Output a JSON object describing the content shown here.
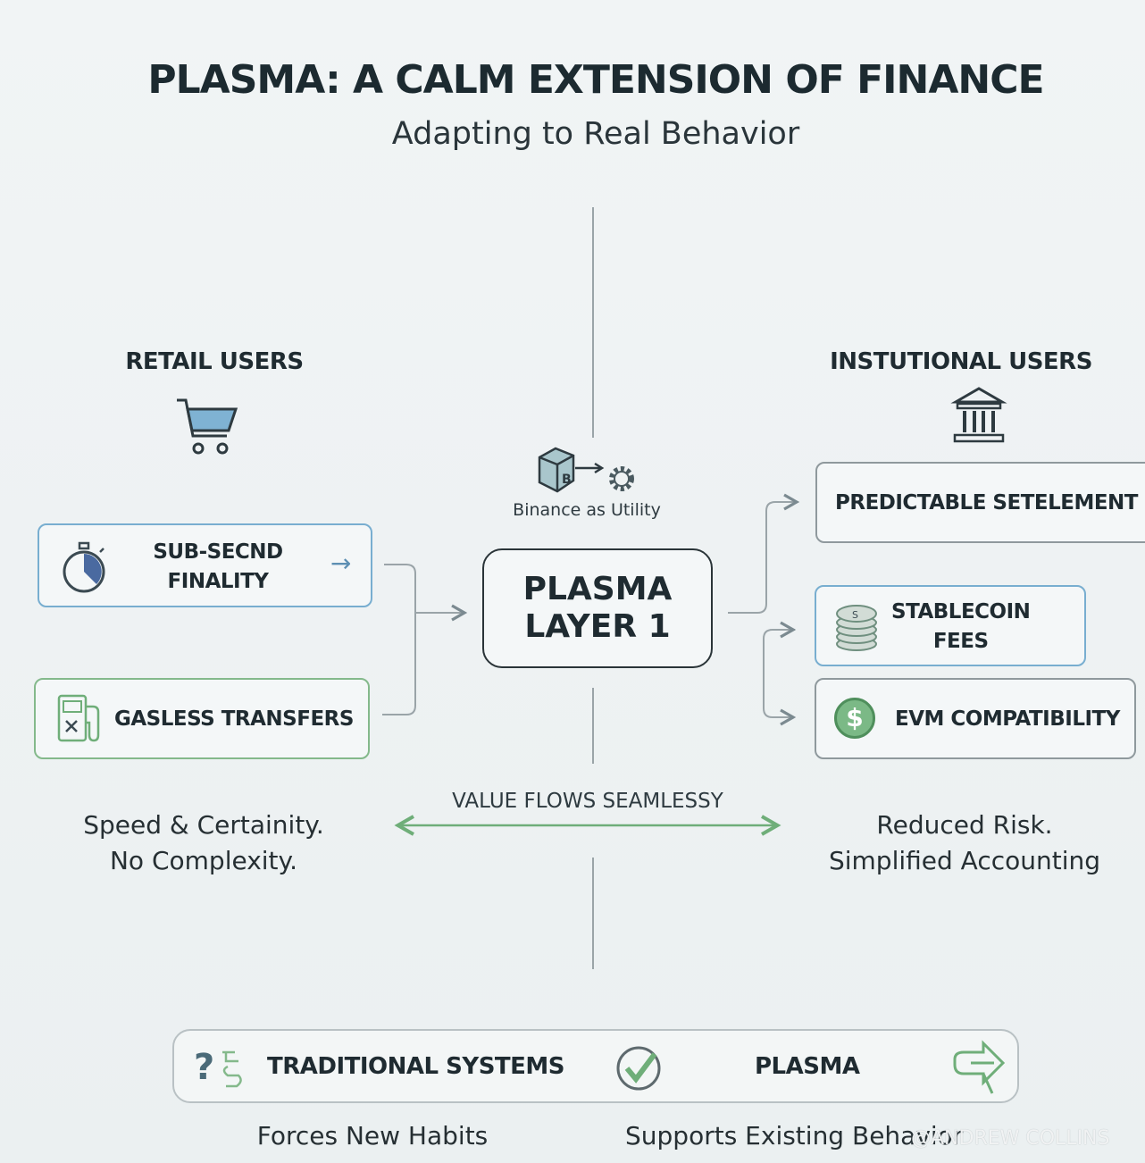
{
  "header": {
    "title": "PLASMA: A CALM EXTENSION OF FINANCE",
    "subtitle": "Adapting to Real Behavior"
  },
  "retail": {
    "heading": "RETAIL USERS",
    "icon": "shopping-cart-icon",
    "items": [
      {
        "label_line1": "SUB-SECND",
        "label_line2": "FINALITY",
        "icon": "stopwatch-icon"
      },
      {
        "label": "GASLESS TRANSFERS",
        "icon": "fuel-pump-icon"
      }
    ],
    "caption_line1": "Speed & Certainity.",
    "caption_line2": "No Complexity."
  },
  "center": {
    "line1": "PLASMA",
    "line2": "LAYER 1",
    "binance_label": "Binance as Utility",
    "binance_icon_letter": "B"
  },
  "institutional": {
    "heading": "INSTUTIONAL USERS",
    "icon": "bank-icon",
    "items": [
      {
        "label": "PREDICTABLE SETELEMENT"
      },
      {
        "label_line1": "STABLECOIN",
        "label_line2": "FEES",
        "icon": "coin-stack-icon"
      },
      {
        "label": "EVM COMPATIBILITY",
        "icon": "dollar-coin-icon",
        "icon_glyph": "$"
      }
    ],
    "caption_line1": "Reduced Risk.",
    "caption_line2": "Simplified Accounting"
  },
  "flow": {
    "label": "VALUE FLOWS SEAMLESSY"
  },
  "comparison": {
    "left_label": "TRADITIONAL SYSTEMS",
    "right_label": "PLASMA",
    "left_caption": "Forces New Habits",
    "right_caption": "Supports Existing Behavior"
  },
  "watermark": "@ANDREW COLLINS",
  "colors": {
    "text": "#1f2b31",
    "blue": "#78aed0",
    "green": "#84b98b",
    "gray": "#8f999d",
    "background": "#eef2f3"
  }
}
